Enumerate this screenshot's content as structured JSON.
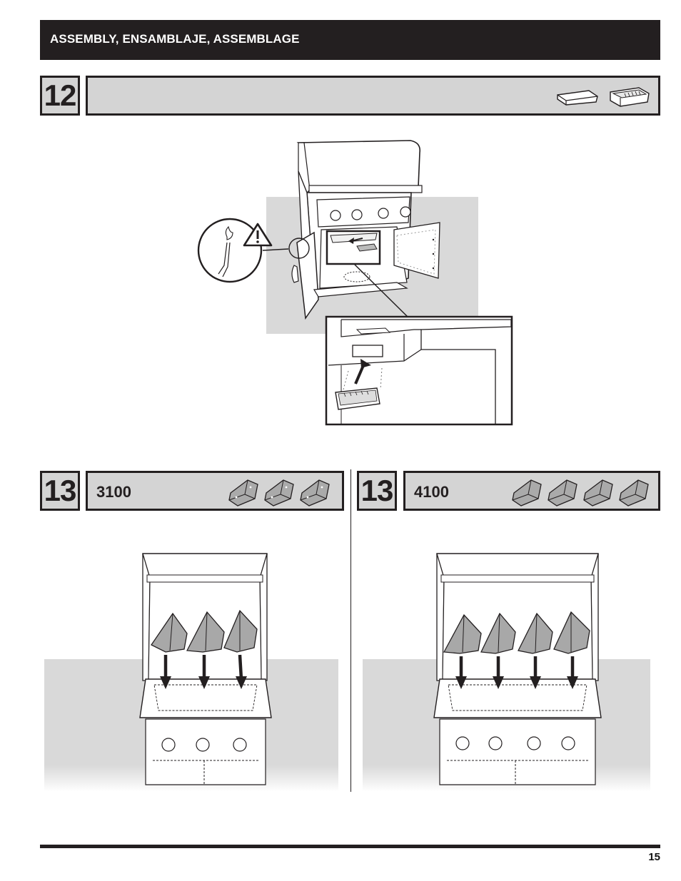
{
  "header": {
    "title": "ASSEMBLY, ENSAMBLAJE, ASSEMBLAGE"
  },
  "steps": [
    {
      "number": "12",
      "model": ""
    },
    {
      "number": "13",
      "model": "3100"
    },
    {
      "number": "13",
      "model": "4100"
    }
  ],
  "footer": {
    "page_number": "15"
  },
  "icons": {
    "step12_parts": [
      "grease-tray-icon",
      "grease-cup-icon"
    ],
    "step13_3100_parts": [
      "heat-tent-icon",
      "heat-tent-icon",
      "heat-tent-icon"
    ],
    "step13_4100_parts": [
      "heat-tent-icon",
      "heat-tent-icon",
      "heat-tent-icon",
      "heat-tent-icon"
    ],
    "warning": "warning-triangle-icon"
  },
  "colors": {
    "dark": "#231f20",
    "panel": "#d4d4d4",
    "backdrop": "#d9d9d9"
  }
}
